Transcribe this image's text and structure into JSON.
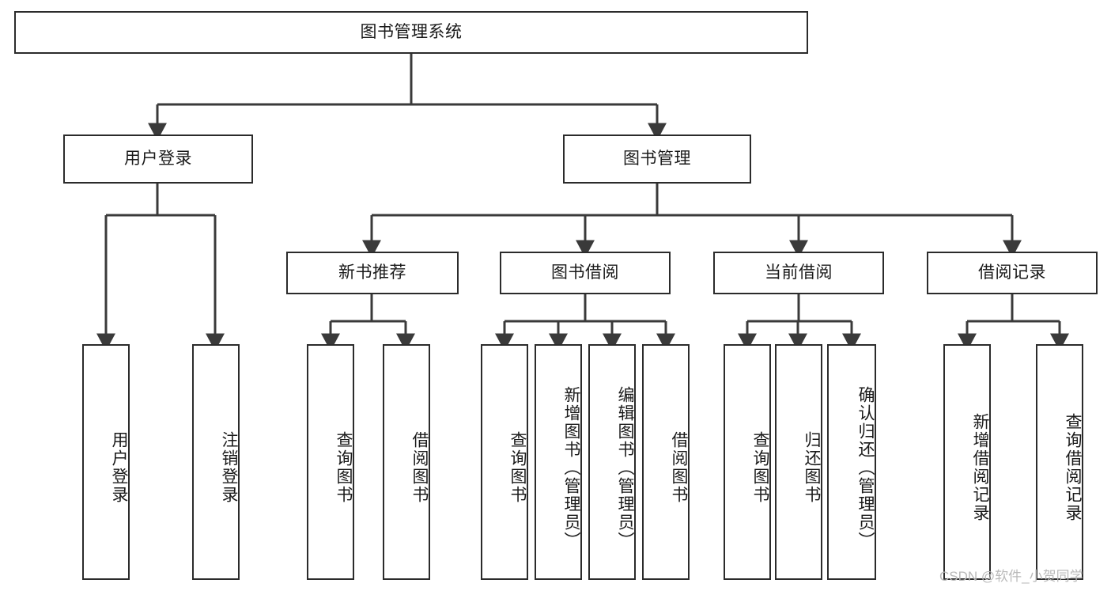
{
  "diagram": {
    "title": "图书管理系统",
    "type": "hierarchy-tree",
    "watermark": "CSDN @软件_小贺同学",
    "colors": {
      "box_border": "#2b2b2b",
      "box_fill": "#ffffff",
      "edge": "#3a3a3a",
      "text": "#1a1a1a",
      "watermark": "#b9b9b9",
      "background": "#ffffff"
    },
    "levels": {
      "root": {
        "label": "图书管理系统"
      },
      "level2": [
        {
          "label": "用户登录"
        },
        {
          "label": "图书管理"
        }
      ],
      "level3": [
        {
          "label": "新书推荐"
        },
        {
          "label": "图书借阅"
        },
        {
          "label": "当前借阅"
        },
        {
          "label": "借阅记录"
        }
      ],
      "leaves": {
        "user_login": [
          {
            "label": "用户登录"
          },
          {
            "label": "注销登录"
          }
        ],
        "new_book_recommend": [
          {
            "label": "查询图书"
          },
          {
            "label": "借阅图书"
          }
        ],
        "book_borrow": [
          {
            "label": "查询图书"
          },
          {
            "label": "新增图书（管理员）"
          },
          {
            "label": "编辑图书（管理员）"
          },
          {
            "label": "借阅图书"
          }
        ],
        "current_borrow": [
          {
            "label": "查询图书"
          },
          {
            "label": "归还图书"
          },
          {
            "label": "确认归还（管理员）"
          }
        ],
        "borrow_record": [
          {
            "label": "新增借阅记录"
          },
          {
            "label": "查询借阅记录"
          }
        ]
      }
    }
  }
}
